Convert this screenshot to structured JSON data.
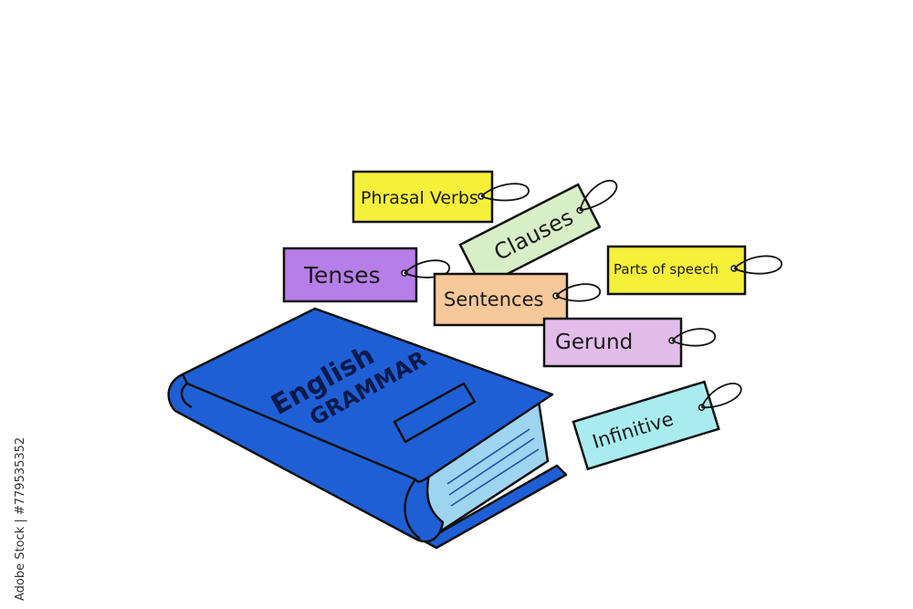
{
  "book": {
    "title_line1": "English",
    "title_line2": "GRAMMAR",
    "cover_color": "#1f5fd6",
    "pages_color": "#9fd4f0"
  },
  "tags": [
    {
      "label": "Phrasal Verbs",
      "color": "#f5f03a"
    },
    {
      "label": "Clauses",
      "color": "#d7eec7"
    },
    {
      "label": "Tenses",
      "color": "#b77de8"
    },
    {
      "label": "Parts of speech",
      "color": "#f5f03a"
    },
    {
      "label": "Sentences",
      "color": "#f6c89a"
    },
    {
      "label": "Gerund",
      "color": "#e2bdea"
    },
    {
      "label": "Infinitive",
      "color": "#a9ecef"
    }
  ],
  "stock_id": "Adobe Stock | #779535352"
}
